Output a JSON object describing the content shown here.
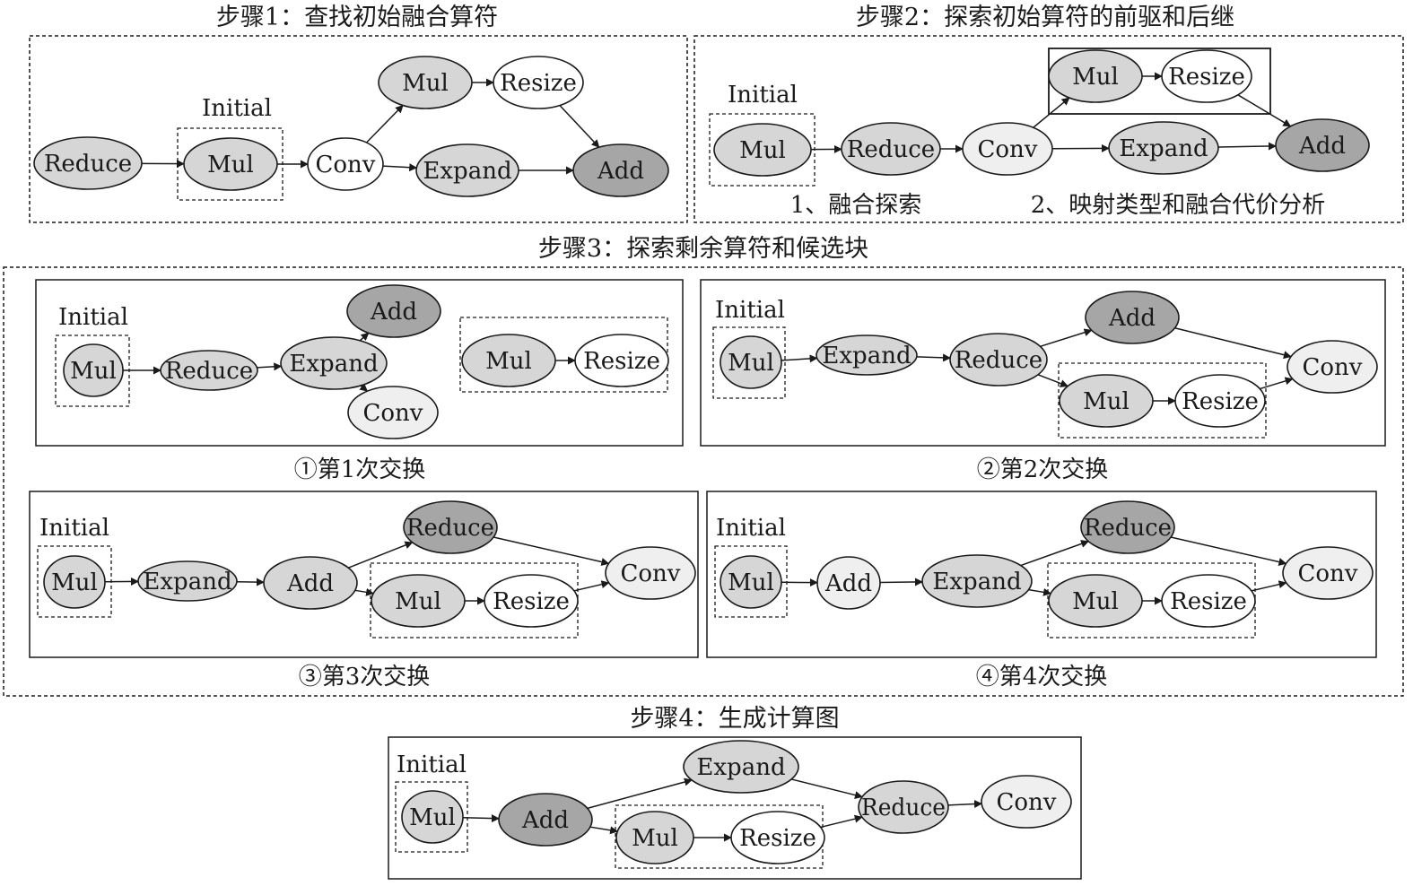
{
  "colors": {
    "stroke": "#1a1a1a",
    "fill_white": "#ffffff",
    "fill_light": "#efefef",
    "fill_mid": "#d6d6d6",
    "fill_dark": "#a6a6a6"
  },
  "titles": {
    "step1": "步骤1：查找初始融合算符",
    "step2": "步骤2：探索初始算符的前驱和后继",
    "step3": "步骤3：探索剩余算符和候选块",
    "step4": "步骤4：生成计算图"
  },
  "captions": {
    "fusion_explore": "1、融合探索",
    "mapping_cost": "2、映射类型和融合代价分析",
    "swap1": "①第1次交换",
    "swap2": "②第2次交换",
    "swap3": "③第3次交换",
    "swap4": "④第4次交换"
  },
  "initial_label": "Initial",
  "panels": [
    {
      "id": "step1",
      "nodes": [
        {
          "id": "reduce",
          "label": "Reduce",
          "fill": "mid"
        },
        {
          "id": "mul",
          "label": "Mul",
          "fill": "mid"
        },
        {
          "id": "conv",
          "label": "Conv",
          "fill": "white"
        },
        {
          "id": "mul2",
          "label": "Mul",
          "fill": "mid"
        },
        {
          "id": "resize",
          "label": "Resize",
          "fill": "white"
        },
        {
          "id": "expand",
          "label": "Expand",
          "fill": "mid"
        },
        {
          "id": "add",
          "label": "Add",
          "fill": "dark"
        }
      ],
      "edges": [
        [
          "reduce",
          "mul"
        ],
        [
          "mul",
          "conv"
        ],
        [
          "conv",
          "mul2"
        ],
        [
          "mul2",
          "resize"
        ],
        [
          "resize",
          "add"
        ],
        [
          "conv",
          "expand"
        ],
        [
          "expand",
          "add"
        ]
      ]
    },
    {
      "id": "step2",
      "nodes": [
        {
          "id": "mul",
          "label": "Mul",
          "fill": "mid"
        },
        {
          "id": "reduce",
          "label": "Reduce",
          "fill": "mid"
        },
        {
          "id": "conv",
          "label": "Conv",
          "fill": "light"
        },
        {
          "id": "mul2",
          "label": "Mul",
          "fill": "mid"
        },
        {
          "id": "resize",
          "label": "Resize",
          "fill": "white"
        },
        {
          "id": "expand",
          "label": "Expand",
          "fill": "mid"
        },
        {
          "id": "add",
          "label": "Add",
          "fill": "dark"
        }
      ],
      "edges": [
        [
          "mul",
          "reduce"
        ],
        [
          "reduce",
          "conv"
        ],
        [
          "conv",
          "mul2"
        ],
        [
          "mul2",
          "resize"
        ],
        [
          "resize",
          "add"
        ],
        [
          "conv",
          "expand"
        ],
        [
          "expand",
          "add"
        ]
      ]
    },
    {
      "id": "swap1",
      "nodes": [
        {
          "id": "mul",
          "label": "Mul",
          "fill": "mid"
        },
        {
          "id": "reduce",
          "label": "Reduce",
          "fill": "mid"
        },
        {
          "id": "expand",
          "label": "Expand",
          "fill": "mid"
        },
        {
          "id": "add",
          "label": "Add",
          "fill": "dark"
        },
        {
          "id": "conv",
          "label": "Conv",
          "fill": "light"
        },
        {
          "id": "mul2",
          "label": "Mul",
          "fill": "mid"
        },
        {
          "id": "resize",
          "label": "Resize",
          "fill": "white"
        }
      ],
      "edges": [
        [
          "mul",
          "reduce"
        ],
        [
          "reduce",
          "expand"
        ],
        [
          "expand",
          "add"
        ],
        [
          "expand",
          "conv"
        ],
        [
          "mul2",
          "resize"
        ]
      ]
    },
    {
      "id": "swap2",
      "nodes": [
        {
          "id": "mul",
          "label": "Mul",
          "fill": "mid"
        },
        {
          "id": "expand",
          "label": "Expand",
          "fill": "mid"
        },
        {
          "id": "reduce",
          "label": "Reduce",
          "fill": "mid"
        },
        {
          "id": "add",
          "label": "Add",
          "fill": "dark"
        },
        {
          "id": "conv",
          "label": "Conv",
          "fill": "light"
        },
        {
          "id": "mul2",
          "label": "Mul",
          "fill": "mid"
        },
        {
          "id": "resize",
          "label": "Resize",
          "fill": "white"
        }
      ],
      "edges": [
        [
          "mul",
          "expand"
        ],
        [
          "expand",
          "reduce"
        ],
        [
          "reduce",
          "add"
        ],
        [
          "add",
          "conv"
        ],
        [
          "reduce",
          "mul2"
        ],
        [
          "mul2",
          "resize"
        ],
        [
          "resize",
          "conv"
        ]
      ]
    },
    {
      "id": "swap3",
      "nodes": [
        {
          "id": "mul",
          "label": "Mul",
          "fill": "mid"
        },
        {
          "id": "expand",
          "label": "Expand",
          "fill": "mid"
        },
        {
          "id": "add",
          "label": "Add",
          "fill": "mid"
        },
        {
          "id": "reduce",
          "label": "Reduce",
          "fill": "dark"
        },
        {
          "id": "conv",
          "label": "Conv",
          "fill": "light"
        },
        {
          "id": "mul2",
          "label": "Mul",
          "fill": "mid"
        },
        {
          "id": "resize",
          "label": "Resize",
          "fill": "white"
        }
      ],
      "edges": [
        [
          "mul",
          "expand"
        ],
        [
          "expand",
          "add"
        ],
        [
          "add",
          "reduce"
        ],
        [
          "reduce",
          "conv"
        ],
        [
          "add",
          "mul2"
        ],
        [
          "mul2",
          "resize"
        ],
        [
          "resize",
          "conv"
        ]
      ]
    },
    {
      "id": "swap4",
      "nodes": [
        {
          "id": "mul",
          "label": "Mul",
          "fill": "mid"
        },
        {
          "id": "add",
          "label": "Add",
          "fill": "light"
        },
        {
          "id": "expand",
          "label": "Expand",
          "fill": "mid"
        },
        {
          "id": "reduce",
          "label": "Reduce",
          "fill": "dark"
        },
        {
          "id": "conv",
          "label": "Conv",
          "fill": "light"
        },
        {
          "id": "mul2",
          "label": "Mul",
          "fill": "mid"
        },
        {
          "id": "resize",
          "label": "Resize",
          "fill": "white"
        }
      ],
      "edges": [
        [
          "mul",
          "add"
        ],
        [
          "add",
          "expand"
        ],
        [
          "expand",
          "reduce"
        ],
        [
          "reduce",
          "conv"
        ],
        [
          "expand",
          "mul2"
        ],
        [
          "mul2",
          "resize"
        ],
        [
          "resize",
          "conv"
        ]
      ]
    },
    {
      "id": "step4",
      "nodes": [
        {
          "id": "mul",
          "label": "Mul",
          "fill": "mid"
        },
        {
          "id": "add",
          "label": "Add",
          "fill": "dark"
        },
        {
          "id": "expand",
          "label": "Expand",
          "fill": "mid"
        },
        {
          "id": "reduce",
          "label": "Reduce",
          "fill": "mid"
        },
        {
          "id": "conv",
          "label": "Conv",
          "fill": "light"
        },
        {
          "id": "mul2",
          "label": "Mul",
          "fill": "mid"
        },
        {
          "id": "resize",
          "label": "Resize",
          "fill": "white"
        }
      ],
      "edges": [
        [
          "mul",
          "add"
        ],
        [
          "add",
          "expand"
        ],
        [
          "expand",
          "reduce"
        ],
        [
          "add",
          "mul2"
        ],
        [
          "mul2",
          "resize"
        ],
        [
          "resize",
          "reduce"
        ],
        [
          "reduce",
          "conv"
        ]
      ]
    }
  ]
}
